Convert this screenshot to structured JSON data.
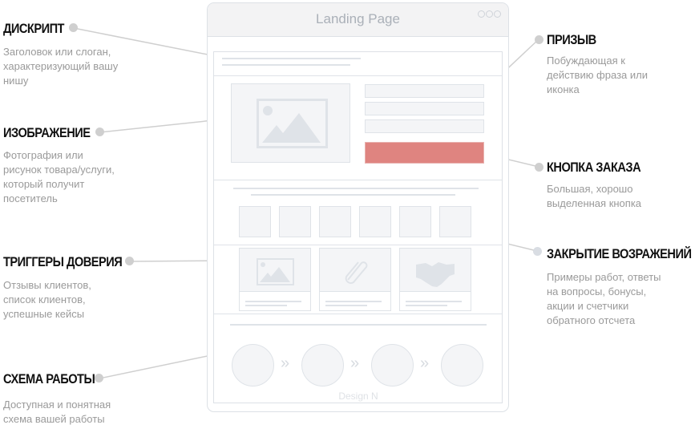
{
  "window": {
    "title": "Landing Page",
    "footer": "Design N"
  },
  "labels": {
    "descript": {
      "title": "ДИСКРИПТ",
      "text": "Заголовок или слоган,\nхарактеризующий вашу\nнишу"
    },
    "image": {
      "title": "ИЗОБРАЖЕНИЕ",
      "text": "Фотография или\nрисунок товара/услуги,\nкоторый получит\nпосетитель"
    },
    "trust": {
      "title": "ТРИГГЕРЫ ДОВЕРИЯ",
      "text": "Отзывы клиентов,\nсписок клиентов,\nуспешные кейсы"
    },
    "scheme": {
      "title": "СХЕМА РАБОТЫ",
      "text": "Доступная и понятная\nсхема вашей работы"
    },
    "call": {
      "title": "ПРИЗЫВ",
      "text": "Побуждающая к\nдействию фраза или\nиконка"
    },
    "order": {
      "title": "КНОПКА ЗАКАЗА",
      "text": "Большая, хорошо\nвыделенная кнопка"
    },
    "objections": {
      "title": "ЗАКРЫТИЕ ВОЗРАЖЕНИЙ",
      "text": "Примеры работ, ответы\nна вопросы, бонусы,\nакции и счетчики\nобратного отсчета"
    }
  },
  "colors": {
    "cta": "#df8480",
    "line": "#cfcfcf",
    "wire": "#dfe3e8"
  }
}
